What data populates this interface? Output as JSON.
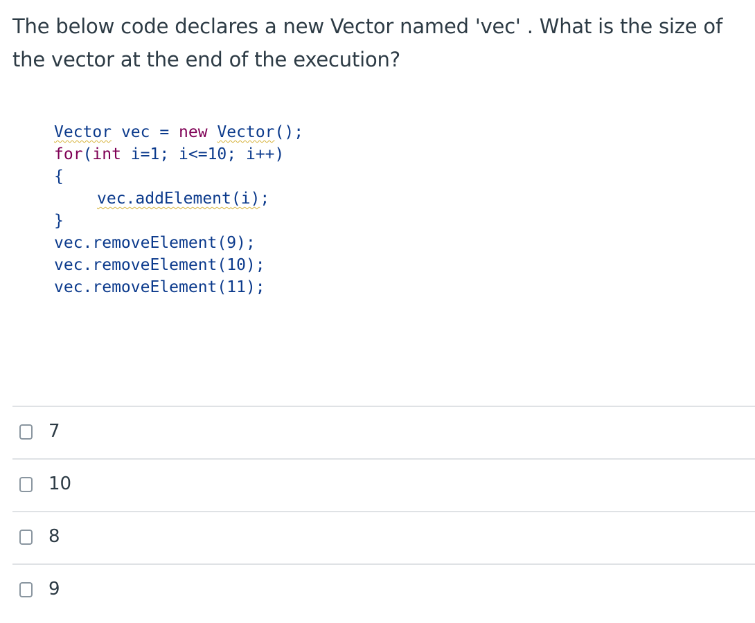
{
  "question": {
    "text": "The below code declares a new Vector named 'vec' . What is the size of the vector at the end of the execution?"
  },
  "code": {
    "line1_a": "Vector",
    "line1_b": " vec = ",
    "line1_c": "new",
    "line1_d": " ",
    "line1_e": "Vector",
    "line1_f": "();",
    "line2_a": "for",
    "line2_b": "(",
    "line2_c": "int",
    "line2_d": " i=1; i<=10; i++)",
    "line3": "{",
    "line4_a": "vec.addElement",
    "line4_b": "(i)",
    "line4_c": ";",
    "line5": "}",
    "line6": "vec.removeElement(9);",
    "line7": "vec.removeElement(10);",
    "line8": "vec.removeElement(11);"
  },
  "answers": [
    {
      "label": "7"
    },
    {
      "label": "10"
    },
    {
      "label": "8"
    },
    {
      "label": "9"
    }
  ]
}
